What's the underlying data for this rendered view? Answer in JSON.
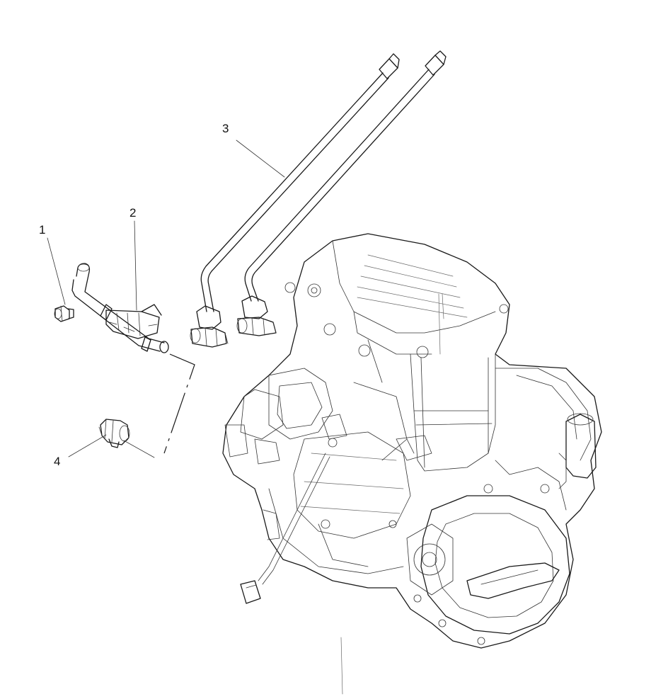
{
  "callouts": [
    {
      "id": "1",
      "label": "1"
    },
    {
      "id": "2",
      "label": "2"
    },
    {
      "id": "3",
      "label": "3"
    },
    {
      "id": "4",
      "label": "4"
    }
  ],
  "colors": {
    "line": "#1a1a1a",
    "background": "#ffffff"
  }
}
